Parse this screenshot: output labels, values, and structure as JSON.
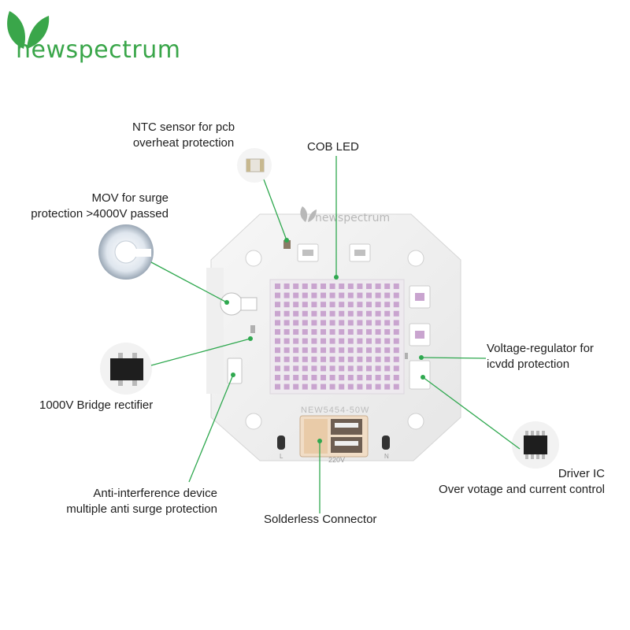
{
  "brand": {
    "name": "newspectrum",
    "logo_icon": "leaf-icon",
    "color": "#3aa64a"
  },
  "board": {
    "brand_text": "newspectrum",
    "model_text": "NEW5454-50W",
    "connector_voltage": "220V",
    "pin_left": "L",
    "pin_right": "N",
    "led_color": "#c9a4cf"
  },
  "callouts": {
    "ntc": [
      "NTC sensor for pcb",
      "overheat protection"
    ],
    "cob": [
      "COB LED"
    ],
    "mov": [
      "MOV for surge",
      "protection >4000V passed"
    ],
    "voltage_regulator": [
      "Voltage-regulator for",
      "icvdd protection"
    ],
    "bridge_rectifier": [
      "1000V Bridge rectifier"
    ],
    "driver_ic": [
      "Driver IC",
      "Over votage and current control"
    ],
    "anti_interference": [
      "Anti-interference device",
      "multiple anti surge protection"
    ],
    "connector": [
      "Solderless Connector"
    ]
  },
  "leader_color": "#2fa84f"
}
